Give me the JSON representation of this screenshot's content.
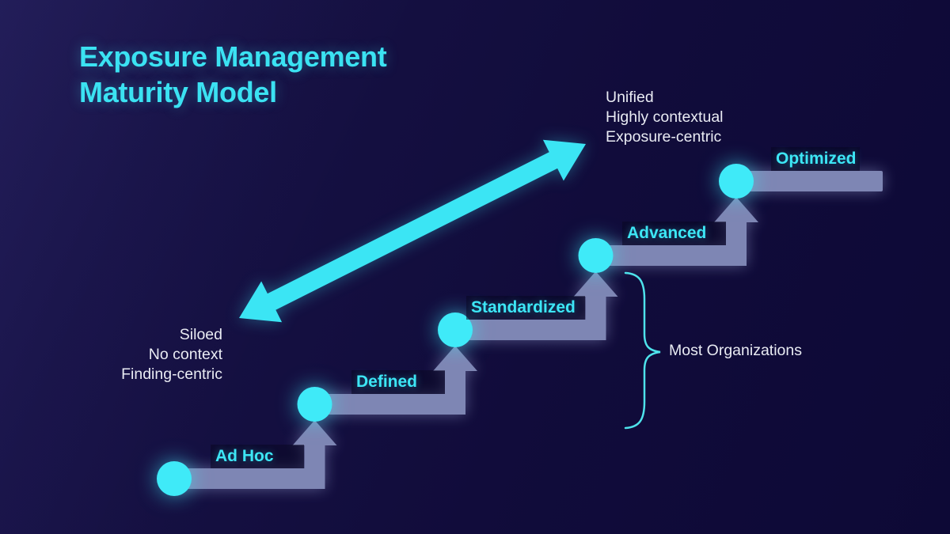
{
  "title": {
    "line1": "Exposure Management",
    "line2": "Maturity Model"
  },
  "steps": [
    {
      "label": "Ad Hoc"
    },
    {
      "label": "Defined"
    },
    {
      "label": "Standardized"
    },
    {
      "label": "Advanced"
    },
    {
      "label": "Optimized"
    }
  ],
  "annotations": {
    "top": {
      "line1": "Unified",
      "line2": "Highly contextual",
      "line3": "Exposure-centric"
    },
    "bottom": {
      "line1": "Siloed",
      "line2": "No context",
      "line3": "Finding-centric"
    },
    "brace_label": "Most Organizations"
  },
  "colors": {
    "background_top": "#1c164f",
    "background_bottom": "#0d0936",
    "accent_cyan": "#3BE5F4",
    "node_cyan": "#3FEAF8",
    "step_bar": "#7E86B4",
    "brace_cyan": "#4EE2EB",
    "light_text": "#E9EBF3"
  }
}
